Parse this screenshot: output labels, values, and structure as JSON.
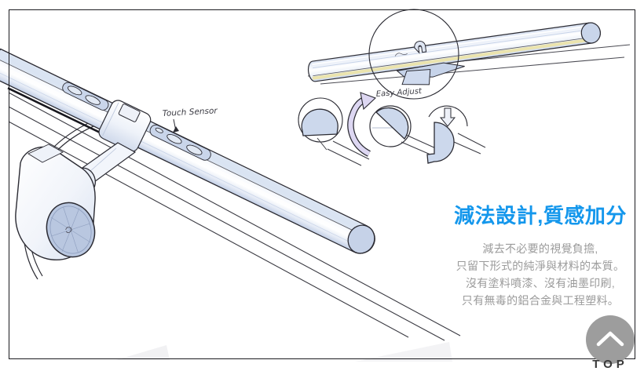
{
  "page": {
    "background": "#ffffff",
    "frame_border_color": "#1b1b1f"
  },
  "headline": {
    "title": "減法設計,質感加分",
    "title_color": "#1497ec",
    "lines": [
      "減去不必要的視覺負擔,",
      "只留下形式的純淨與材料的本質。",
      "沒有塗料噴漆、沒有油墨印刷,",
      "只有無毒的鋁合金與工程塑料。"
    ]
  },
  "sketch": {
    "annotations": {
      "touch_sensor": "Touch Sensor",
      "easy_adjust": "Easy Adjust"
    },
    "colors": {
      "ink": "#2b2b33",
      "fill_blue": "#ccd8ec",
      "fill_blue_dark": "#b9c7e0",
      "yellow_strip": "#ebe4ae",
      "arrow_lavender": "#ddd7f2"
    }
  },
  "back_to_top": {
    "label": "TOP",
    "icon": "chevron-up-icon",
    "button_color": "#9d9d9d"
  }
}
